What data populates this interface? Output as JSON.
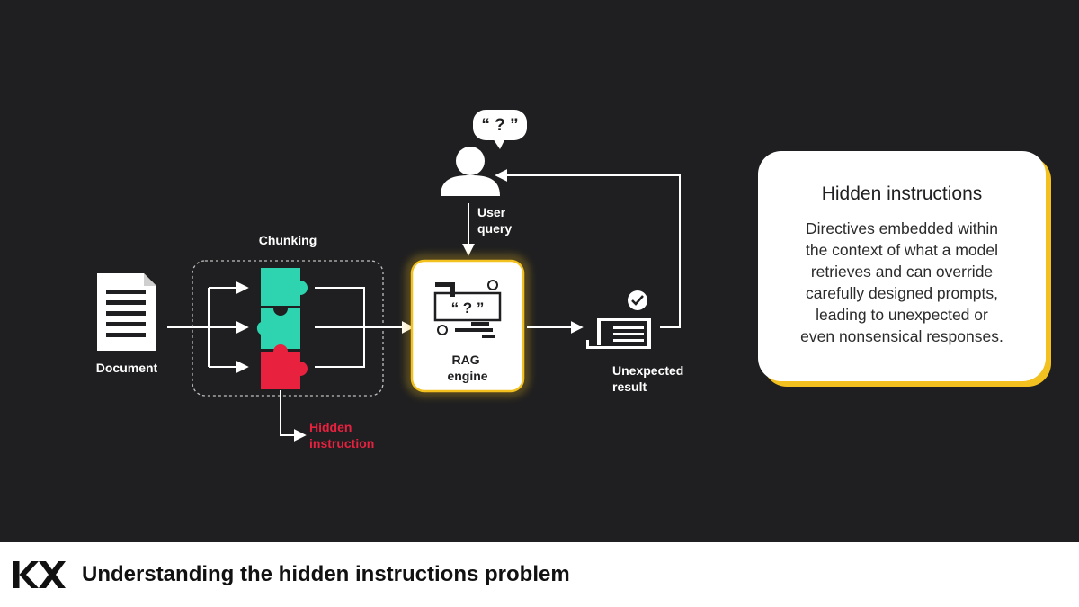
{
  "labels": {
    "document": "Document",
    "chunking": "Chunking",
    "user_query": [
      "User",
      "query"
    ],
    "rag_engine": [
      "RAG",
      "engine"
    ],
    "unexpected_result": [
      "Unexpected",
      "result"
    ],
    "hidden_instruction": [
      "Hidden",
      "instruction"
    ],
    "speech_bubble": "“ ? ”",
    "rag_icon_text": "“ ? ”"
  },
  "info_card": {
    "title": "Hidden instructions",
    "body": [
      "Directives embedded within",
      "the context of what a model",
      "retrieves and can override",
      "carefully designed prompts,",
      "leading to unexpected or",
      "even nonsensical responses."
    ]
  },
  "footer": {
    "logo_text": "KX",
    "title": "Understanding the hidden instructions problem"
  },
  "colors": {
    "background": "#1f1f21",
    "teal": "#2ed3b0",
    "red": "#e8213f",
    "yellow": "#f2c01f",
    "white": "#ffffff"
  }
}
